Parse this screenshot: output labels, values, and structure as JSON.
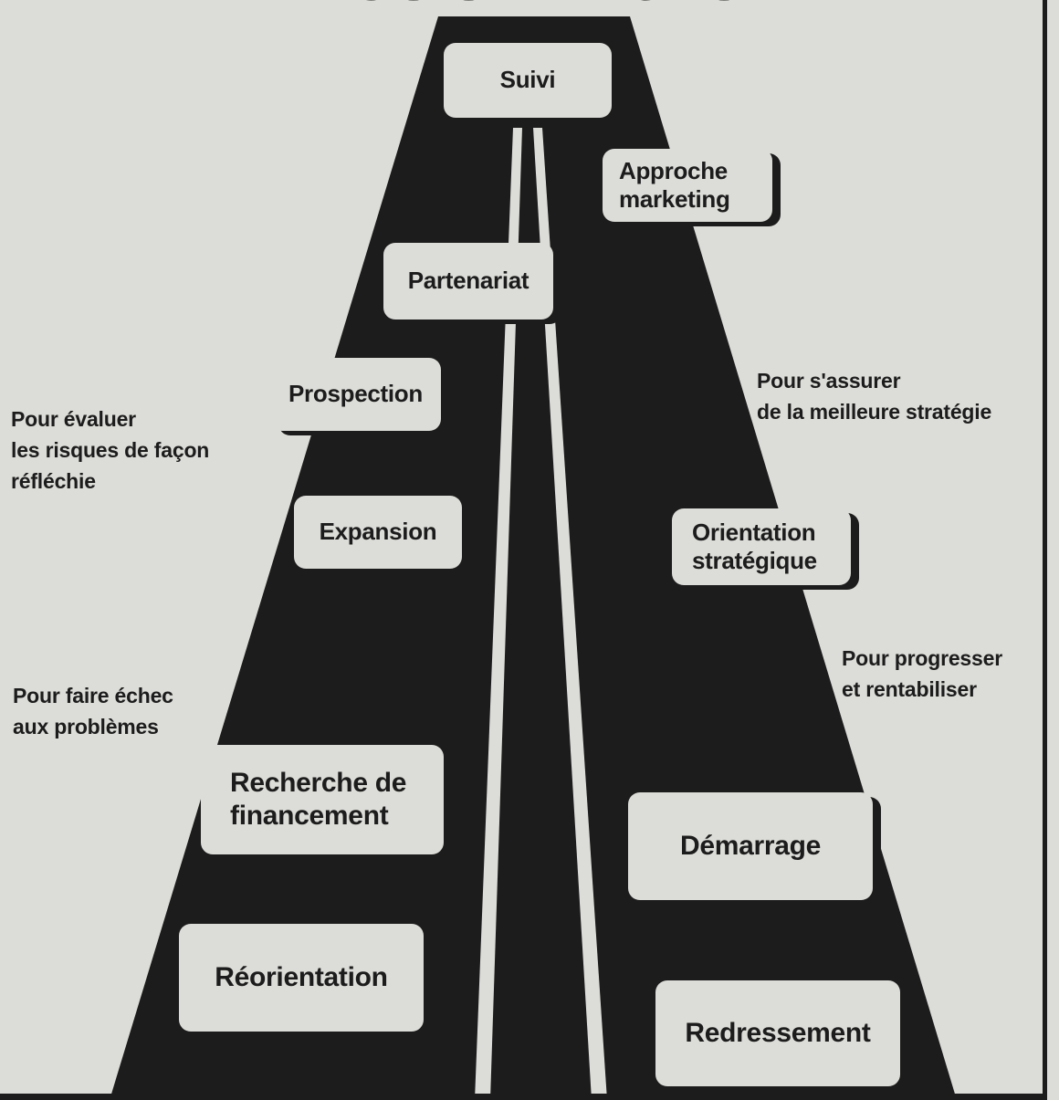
{
  "title_text": "NOS SERVICES",
  "boxes": {
    "suivi": "Suivi",
    "approche_marketing": "Approche\nmarketing",
    "partenariat": "Partenariat",
    "prospection": "Prospection",
    "expansion": "Expansion",
    "orientation_strategique": "Orientation\nstratégique",
    "recherche_financement": "Recherche de\nfinancement",
    "demarrage": "Démarrage",
    "reorientation": "Réorientation",
    "redressement": "Redressement"
  },
  "notes": {
    "evaluer": "Pour évaluer\nles risques de façon\n réfléchie",
    "meilleure_strategie": "Pour s'assurer\nde la meilleure stratégie",
    "progresser": "Pour progresser\net rentabiliser",
    "echec": "Pour faire échec\naux problèmes"
  },
  "colors": {
    "ink": "#1c1c1c",
    "paper": "#dcdcd8"
  }
}
